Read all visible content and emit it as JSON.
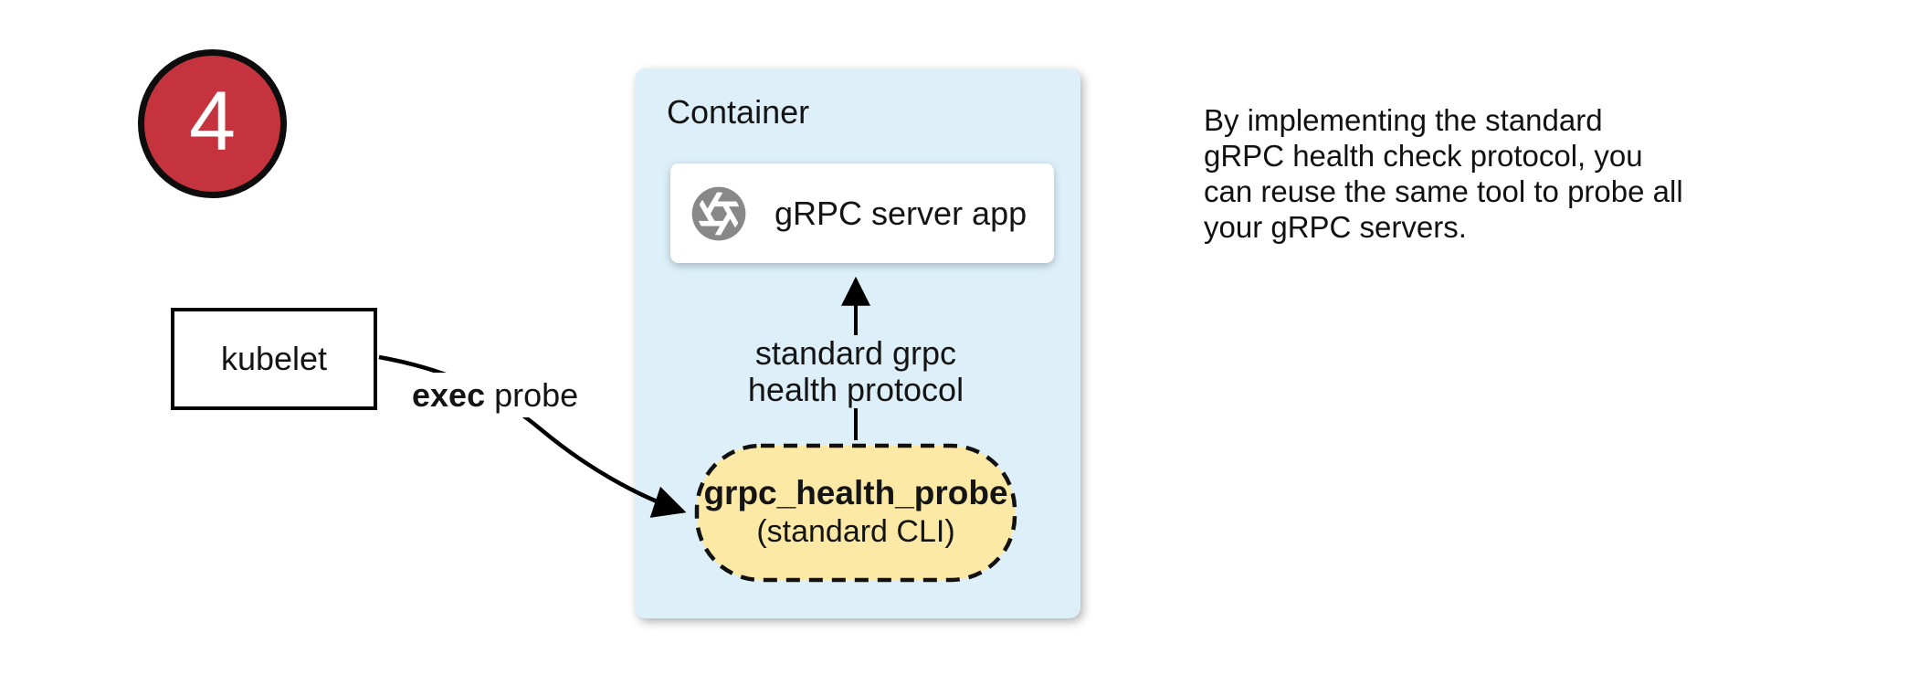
{
  "badge": {
    "number": "4"
  },
  "kubelet": {
    "label": "kubelet"
  },
  "exec_probe": {
    "bold": "exec",
    "rest": " probe"
  },
  "container": {
    "label": "Container",
    "server_app": {
      "label": "gRPC server app",
      "icon": "aperture-icon"
    },
    "protocol_arrow_label": "standard grpc\nhealth protocol",
    "health_probe": {
      "title": "grpc_health_probe",
      "subtitle": "(standard CLI)"
    }
  },
  "note": {
    "text": "By implementing the standard\ngRPC health check protocol, you\ncan reuse the same tool to probe all\nyour gRPC servers."
  },
  "colors": {
    "badge_red": "#c4333e",
    "container_blue": "#ddf0fa",
    "probe_yellow": "#fce9a5",
    "icon_gray": "#888888",
    "line_black": "#000000"
  }
}
